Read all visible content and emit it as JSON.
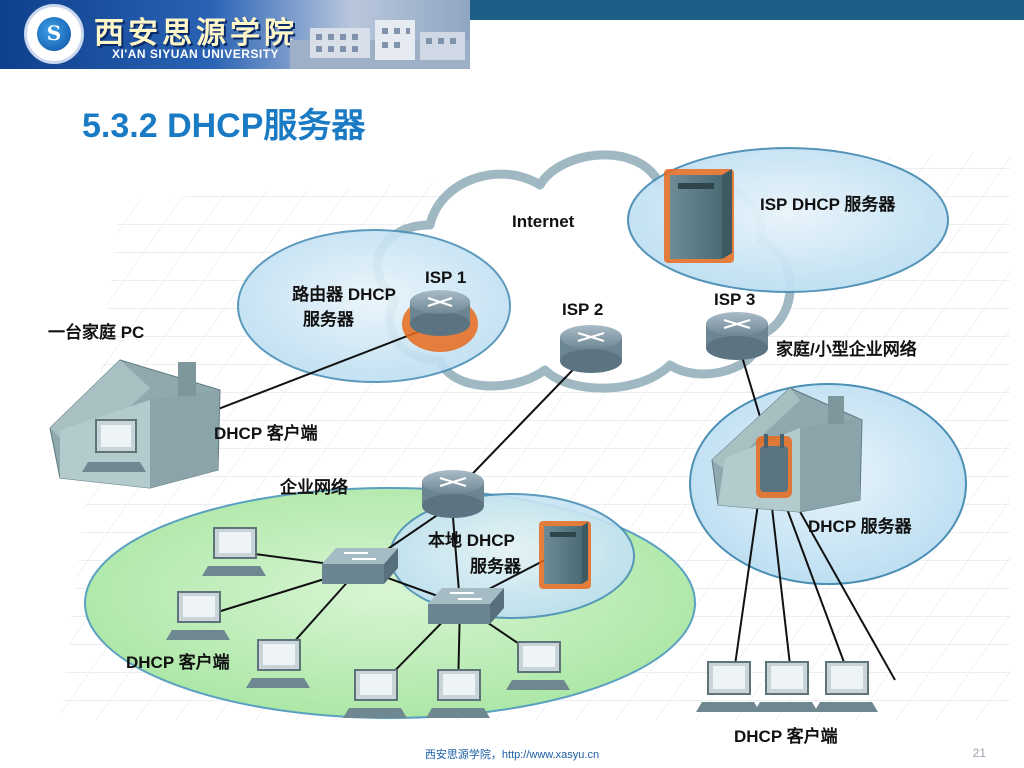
{
  "header": {
    "school_cn": "西安思源学院",
    "school_en": "XI'AN SIYUAN UNIVERSITY"
  },
  "slide": {
    "title": "5.3.2 DHCP服务器",
    "page_number": "21"
  },
  "footer": {
    "text": "西安思源学院，http://www.xasyu.cn"
  },
  "labels": {
    "internet": "Internet",
    "isp_dhcp_server": "ISP DHCP 服务器",
    "router_dhcp_server_1": "路由器 DHCP",
    "router_dhcp_server_2": "服务器",
    "isp1": "ISP 1",
    "isp2": "ISP 2",
    "isp3": "ISP 3",
    "home_pc": "一台家庭 PC",
    "small_business": "家庭/小型企业网络",
    "dhcp_client_home": "DHCP 客户端",
    "enterprise": "企业网络",
    "local_dhcp_1": "本地 DHCP",
    "local_dhcp_2": "服务器",
    "dhcp_server_home": "DHCP 服务器",
    "dhcp_client_enterprise": "DHCP 客户端",
    "dhcp_client_sb": "DHCP 客户端"
  }
}
